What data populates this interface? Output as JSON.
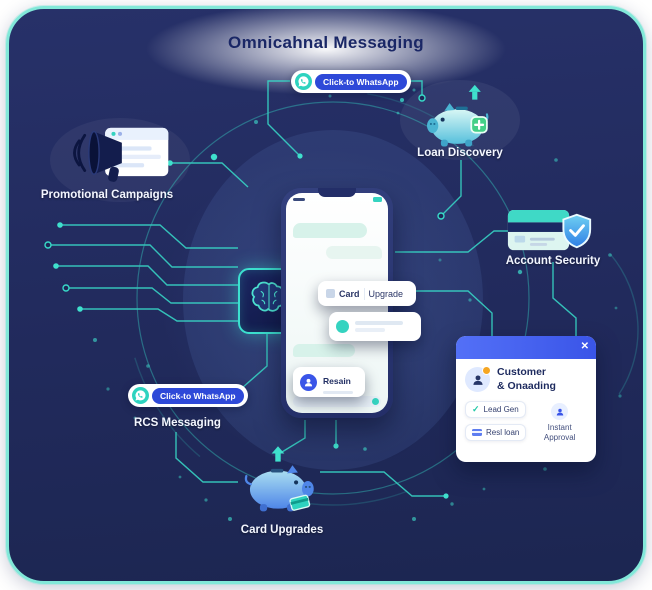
{
  "title": "Omnicahnal Messaging",
  "colors": {
    "background": "#212a5c",
    "frame_border": "#82e8d9",
    "accent_teal": "#3fe0cd",
    "accent_blue": "#3a55e8",
    "card_white": "#ffffff"
  },
  "badges": {
    "top": {
      "button_label": "Click-to WhatsApp",
      "icon": "whatsapp-icon"
    },
    "bottom": {
      "button_label": "Click-to WhatsApp",
      "icon": "whatsapp-icon"
    }
  },
  "nodes": {
    "promotional_campaigns": {
      "label": "Promotional Campaigns",
      "icon": "megaphone-browser-icon"
    },
    "loan_discovery": {
      "label": "Loan Discovery",
      "icon": "piggy-bank-plus-icon"
    },
    "account_security": {
      "label": "Account Security",
      "icon": "credit-card-shield-icon"
    },
    "rcs_messaging": {
      "label": "RCS Messaging"
    },
    "card_upgrades": {
      "label": "Card Upgrades",
      "icon": "piggy-bank-card-icon"
    }
  },
  "phone": {
    "card_bubble": {
      "word1": "Card",
      "word2": "Upgrade"
    },
    "contact_bubble": {
      "name": "Resain",
      "icon": "person-icon"
    }
  },
  "modal": {
    "title_line1": "Customer",
    "title_line2": "& Onaading",
    "close_label": "✕",
    "avatar_icon": "person-icon",
    "items": [
      {
        "label": "Lead Gen",
        "icon": "check-icon"
      },
      {
        "label": "Resl loan",
        "icon": "card-icon"
      },
      {
        "label": "Instant Approval",
        "icon": "person-icon"
      }
    ]
  }
}
